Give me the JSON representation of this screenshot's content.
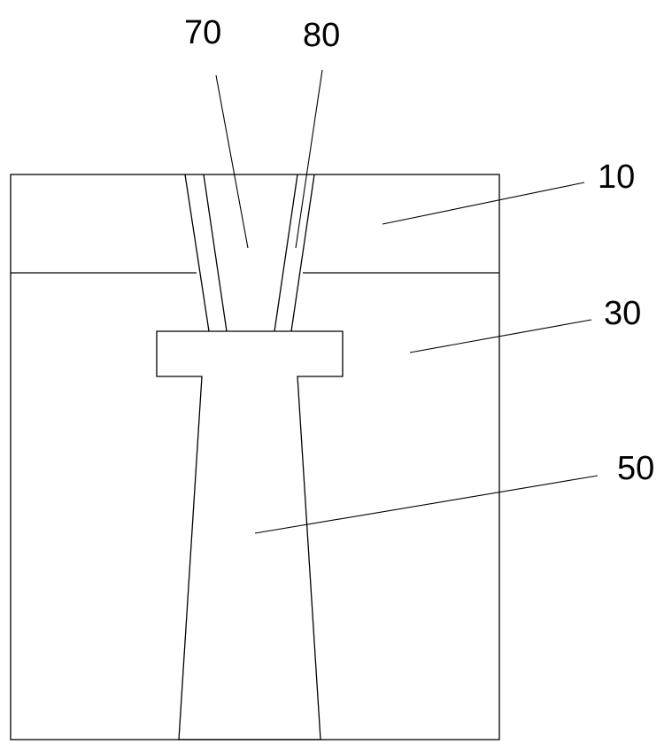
{
  "diagram": {
    "labels": {
      "l70": "70",
      "l80": "80",
      "l10": "10",
      "l30": "30",
      "l50": "50"
    },
    "colors": {
      "stroke": "#000000",
      "background": "#ffffff"
    }
  }
}
